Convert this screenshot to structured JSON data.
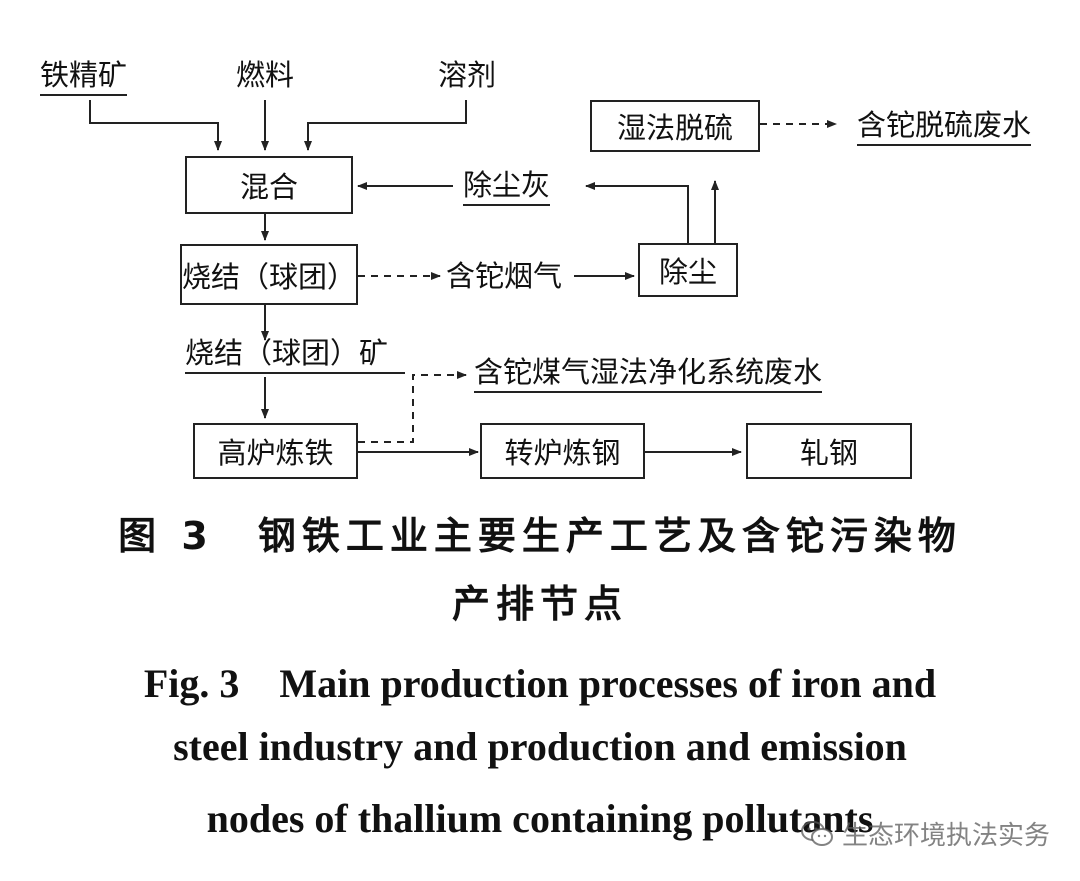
{
  "inputs": {
    "ore": "铁精矿",
    "fuel": "燃料",
    "flux": "溶剂"
  },
  "process": {
    "mixing": "混合",
    "sintering": "烧结（球团）",
    "sinter_product": "烧结（球团）矿",
    "blast_furnace": "高炉炼铁",
    "converter": "转炉炼钢",
    "rolling": "轧钢",
    "dedusting": "除尘",
    "wet_desulfurization": "湿法脱硫"
  },
  "streams": {
    "dust": "除尘灰",
    "tl_flue_gas": "含铊烟气",
    "tl_desulf_wastewater": "含铊脱硫废水",
    "tl_gas_wastewater": "含铊煤气湿法净化系统废水"
  },
  "caption": {
    "zh_line1": "图 3　钢铁工业主要生产工艺及含铊污染物",
    "zh_line2": "产排节点",
    "en_line1": "Fig. 3　Main production processes of iron and",
    "en_line2": "steel industry and production and emission",
    "en_line3": "nodes of thallium containing pollutants"
  },
  "watermark": {
    "text": "生态环境执法实务",
    "icon": "wechat-icon"
  }
}
